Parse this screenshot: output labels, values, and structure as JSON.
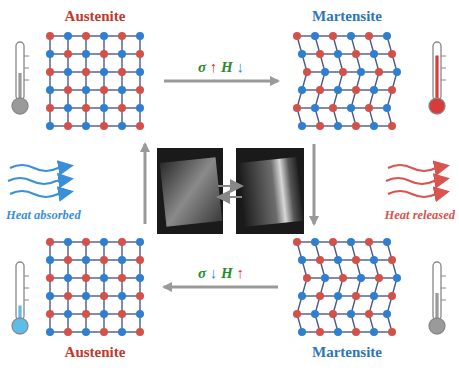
{
  "diagram": {
    "nodes": [
      {
        "text": [
          "Austenite"
        ]
      },
      {
        "text": [
          "Martensite"
        ]
      },
      {
        "text": [
          "Austenite"
        ]
      },
      {
        "text": [
          "Martensite"
        ]
      }
    ],
    "edges": [
      {
        "from": 0,
        "to": 1,
        "arrow": "to",
        "label": "σ ↑ H ↓"
      },
      {
        "from": 1,
        "to": 3,
        "arrow": "to"
      },
      {
        "from": 3,
        "to": 2,
        "arrow": "to",
        "label": "σ ↓ H ↑"
      },
      {
        "from": 2,
        "to": 0,
        "arrow": "to"
      }
    ],
    "labels": [
      "Heat absorbed",
      "Heat released"
    ]
  }
}
